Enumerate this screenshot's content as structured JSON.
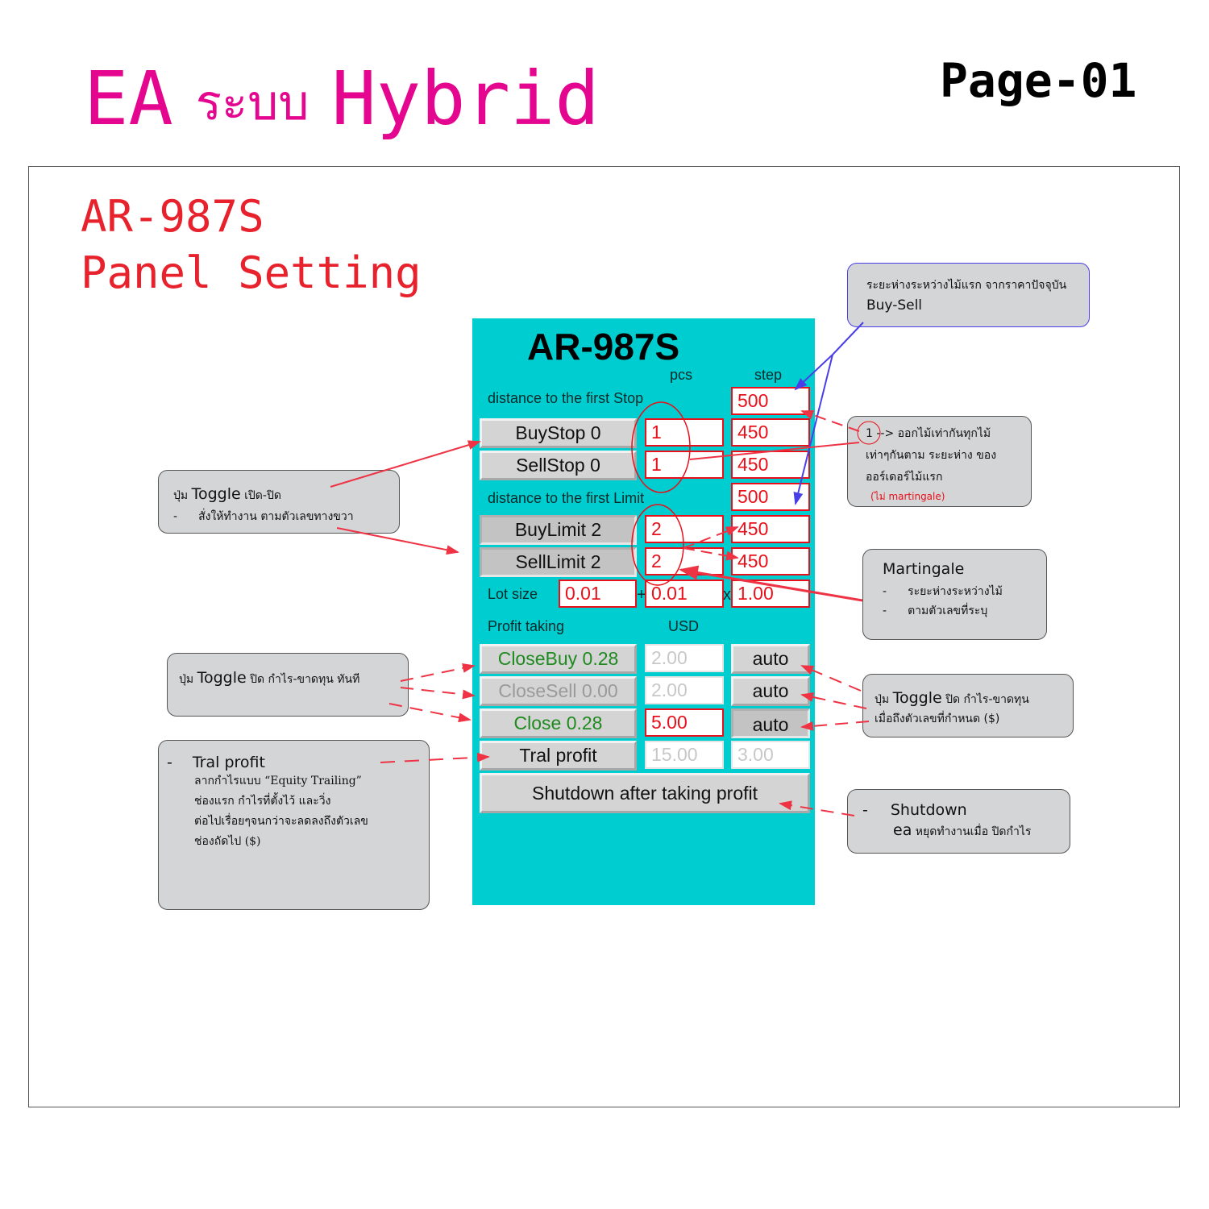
{
  "header": {
    "title_prefix": "EA",
    "title_thai": "ระบบ",
    "title_suffix": "Hybrid",
    "page_label": "Page-01",
    "title_color": "#e5068f"
  },
  "section": {
    "line1": "AR-987S",
    "line2": "Panel Setting",
    "color": "#e8222c"
  },
  "panel": {
    "title": "AR-987S",
    "background": "#00cdd0",
    "col_pcs": "pcs",
    "col_step": "step",
    "stop_distance_label": "distance to the first Stop",
    "stop_distance_value": "500",
    "buystop": {
      "label": "BuyStop 0",
      "pcs": "1",
      "step": "450"
    },
    "sellstop": {
      "label": "SellStop 0",
      "pcs": "1",
      "step": "450"
    },
    "limit_distance_label": "distance to the first Limit",
    "limit_distance_value": "500",
    "buylimit": {
      "label": "BuyLimit 2",
      "pcs": "2",
      "step": "450"
    },
    "selllimit": {
      "label": "SellLimit 2",
      "pcs": "2",
      "step": "450"
    },
    "lot_label": "Lot size",
    "lot_base": "0.01",
    "lot_plus_sign": "+",
    "lot_increment": "0.01",
    "lot_times_sign": "x",
    "lot_multiplier": "1.00",
    "profit_label": "Profit taking",
    "profit_unit": "USD",
    "closebuy": {
      "label": "CloseBuy 0.28",
      "value": "2.00",
      "auto": "auto"
    },
    "closesell": {
      "label": "CloseSell 0.00",
      "value": "2.00",
      "auto": "auto"
    },
    "close": {
      "label": "Close 0.28",
      "value": "5.00",
      "auto": "auto"
    },
    "tral": {
      "label": "Tral profit",
      "start": "15.00",
      "step": "3.00"
    },
    "shutdown_label": "Shutdown after taking profit"
  },
  "callouts": {
    "distance": {
      "line1": "ระยะห่างระหว่างไม้แรก จากราคาปัจจุบัน",
      "line2": "Buy-Sell"
    },
    "equal": {
      "line1": "1 --> ออกไม้เท่ากันทุกไม้",
      "line2": "เท่าๆกันตาม ระยะห่าง ของ",
      "line3": "ออร์เดอร์ไม้แรก",
      "note": "(ไม่ martingale)"
    },
    "toggle_open": {
      "line1_prefix": "ปุ่ม",
      "line1_bold": "Toggle",
      "line1_suffix": "เปิด-ปิด",
      "bullet": "-",
      "line2": "สั่งให้ทำงาน ตามตัวเลขทางขวา"
    },
    "martingale": {
      "title": "Martingale",
      "bullet": "-",
      "line1": "ระยะห่างระหว่างไม้",
      "line2": "ตามตัวเลขที่ระบุ"
    },
    "toggle_close_now": {
      "prefix": "ปุ่ม",
      "bold": "Toggle",
      "suffix": "ปิด กำไร-ขาดทุน ทันที"
    },
    "toggle_close_auto": {
      "prefix": "ปุ่ม",
      "bold": "Toggle",
      "suffix": "ปิด กำไร-ขาดทุน",
      "line2": "เมื่อถึงตัวเลขที่กำหนด ($)"
    },
    "tral": {
      "bullet": "-",
      "title": "Tral profit",
      "line1": "ลากกำไรแบบ “Equity Trailing”",
      "line2": "ช่องแรก กำไรที่ตั้งไว้ และวิ่ง",
      "line3": "ต่อไปเรื่อยๆจนกว่าจะลดลงถึงตัวเลข",
      "line4": "ช่องถัดไป ($)"
    },
    "shutdown": {
      "bullet": "-",
      "title": "Shutdown",
      "line2_bold": "ea",
      "line2": "หยุดทำงานเมื่อ ปิดกำไร"
    }
  },
  "colors": {
    "arrow_red": "#ee3344",
    "arrow_blue": "#4a3ee8"
  }
}
